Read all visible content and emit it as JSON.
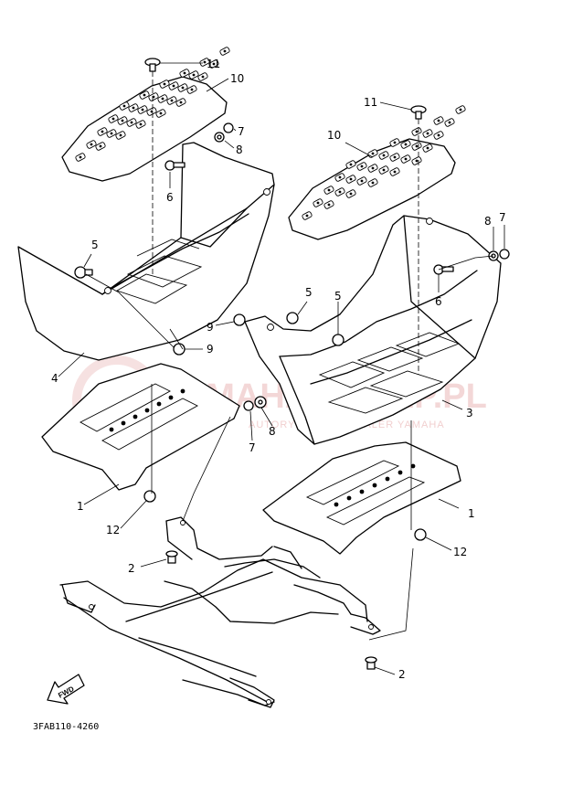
{
  "drawing_code": "3FAB110-4260",
  "fwd_label": "FWD",
  "watermark": {
    "main": "YAMAHA-SKLEP.PL",
    "sub": "AUTORYZOWANY DEALER YAMAHA"
  },
  "callouts": [
    {
      "id": "c11a",
      "text": "11"
    },
    {
      "id": "c10a",
      "text": "10"
    },
    {
      "id": "c7a",
      "text": "7"
    },
    {
      "id": "c8a",
      "text": "8"
    },
    {
      "id": "c6a",
      "text": "6"
    },
    {
      "id": "c5a",
      "text": "5"
    },
    {
      "id": "c4",
      "text": "4"
    },
    {
      "id": "c9a",
      "text": "9"
    },
    {
      "id": "c9b",
      "text": "9"
    },
    {
      "id": "c11b",
      "text": "11"
    },
    {
      "id": "c10b",
      "text": "10"
    },
    {
      "id": "c8b",
      "text": "8"
    },
    {
      "id": "c7b",
      "text": "7"
    },
    {
      "id": "c6b",
      "text": "6"
    },
    {
      "id": "c5b",
      "text": "5"
    },
    {
      "id": "c5c",
      "text": "5"
    },
    {
      "id": "c3",
      "text": "3"
    },
    {
      "id": "c8c",
      "text": "8"
    },
    {
      "id": "c7c",
      "text": "7"
    },
    {
      "id": "c1a",
      "text": "1"
    },
    {
      "id": "c1b",
      "text": "1"
    },
    {
      "id": "c12a",
      "text": "12"
    },
    {
      "id": "c12b",
      "text": "12"
    },
    {
      "id": "c2a",
      "text": "2"
    },
    {
      "id": "c2b",
      "text": "2"
    }
  ]
}
